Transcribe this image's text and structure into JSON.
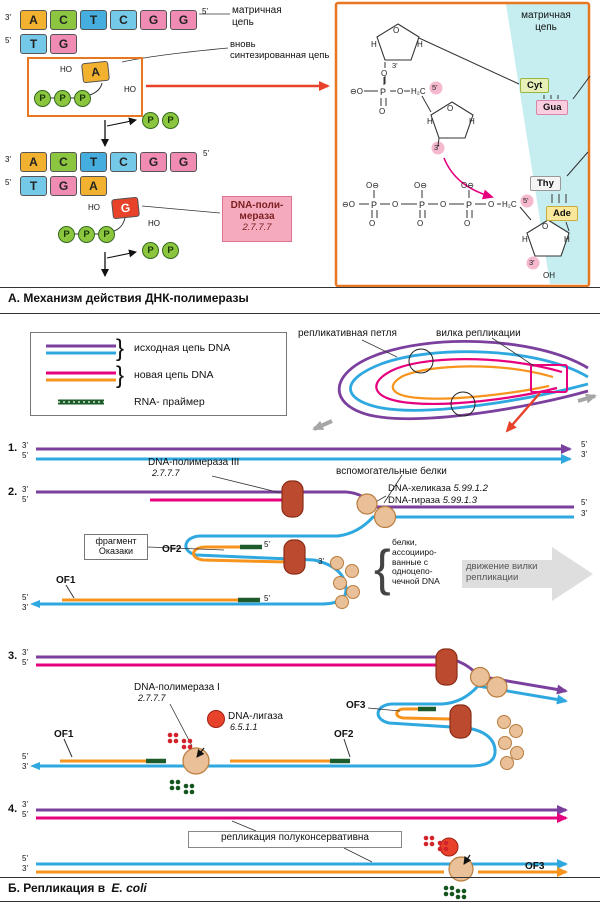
{
  "page": {
    "heading_a": "А. Механизм действия ДНК-полимеразы",
    "heading_b_text": "Б. Репликация в",
    "heading_b_italic": "E. coli"
  },
  "sym": {
    "p5": "5'",
    "p3": "3'",
    "ho": "HO",
    "oh": "OH",
    "p": "P",
    "o": "O",
    "o_minus": "O⊖",
    "minus_o": "⊖O",
    "h2c": "H₂C",
    "h": "H",
    "brace": "{",
    "rbrace": "}"
  },
  "a": {
    "template_label_l1": "матричная",
    "template_label_l2": "цепь",
    "new_strand_l1": "вновь",
    "new_strand_l2": "синтезированная цепь",
    "pol_l1": "DNA-поли-",
    "pol_l2": "мераза",
    "pol_ec": "2.7.7.7",
    "d1_top": [
      "A",
      "C",
      "T",
      "C",
      "G",
      "G"
    ],
    "d1_bottom": [
      "T",
      "G"
    ],
    "d1_incoming": "A",
    "d2_top": [
      "A",
      "C",
      "T",
      "C",
      "G",
      "G"
    ],
    "d2_bottom": [
      "T",
      "G",
      "A"
    ],
    "d2_incoming": "G",
    "chem_template_l1": "матричная",
    "chem_template_l2": "цепь",
    "bases": {
      "cyt": "Cyt",
      "gua": "Gua",
      "thy": "Thy",
      "ade": "Ade"
    }
  },
  "b": {
    "legend": [
      {
        "label": "исходная цепь DNA"
      },
      {
        "label": "новая цепь DNA"
      },
      {
        "label": "RNA- праймер"
      }
    ],
    "loop_label": "репликативная петля",
    "fork_label": "вилка репликации",
    "steps": [
      "1.",
      "2.",
      "3.",
      "4."
    ],
    "pol3": "DNA-полимераза III",
    "pol3_ec": "2.7.7.7",
    "aux": "вспомогательные белки",
    "helicase": "DNA-хеликаза",
    "helicase_ec": "5.99.1.2",
    "gyrase": "DNA-гираза",
    "gyrase_ec": "5.99.1.3",
    "okazaki_l1": "фрагмент",
    "okazaki_l2": "Оказаки",
    "of1": "OF1",
    "of2": "OF2",
    "of3": "OF3",
    "ssb_lines": [
      "белки,",
      "ассоцииро-",
      "ванные с",
      "одноцепо-",
      "чечной DNA"
    ],
    "movement_l1": "движение вилки",
    "movement_l2": "репликации",
    "pol1": "DNA-полимераза I",
    "pol1_ec": "2.7.7.7",
    "ligase": "DNA-лигаза",
    "ligase_ec": "6.5.1.1",
    "semiconservative": "репликация  полуконсервативна"
  }
}
